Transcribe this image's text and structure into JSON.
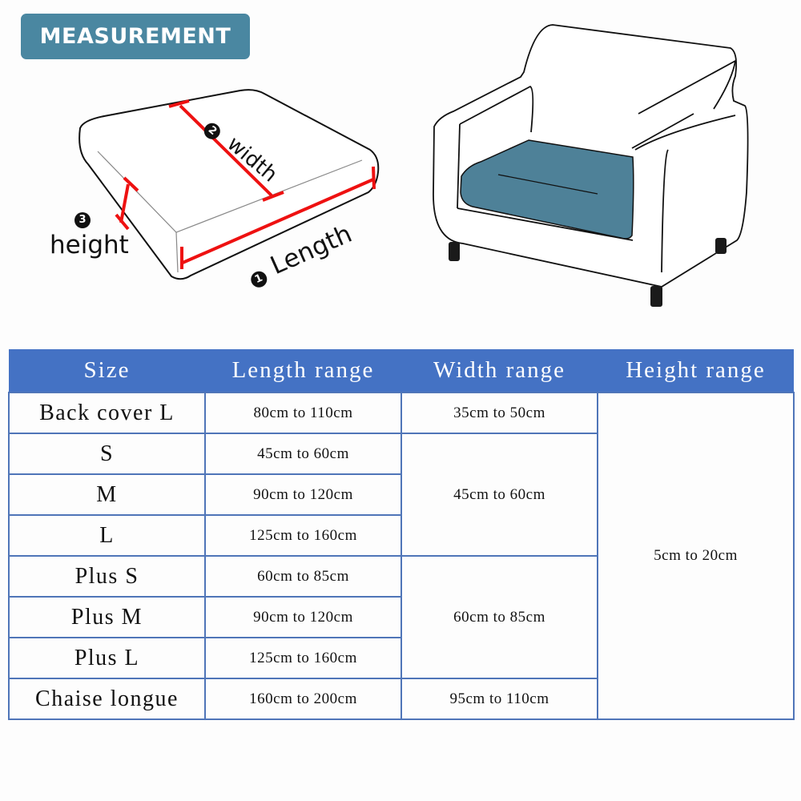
{
  "header": {
    "badge": "MEASUREMENT"
  },
  "colors": {
    "badge": "#4a87a1",
    "seat": "#4e8198",
    "table_header": "#4472c4",
    "table_border": "#4f75b8",
    "measure_line": "#ee1111"
  },
  "diagram": {
    "length": {
      "num": "1",
      "label": "Length"
    },
    "width": {
      "num": "2",
      "label": "width"
    },
    "height": {
      "num": "3",
      "label": "height"
    }
  },
  "table": {
    "headers": [
      "Size",
      "Length range",
      "Width range",
      "Height range"
    ],
    "rows": [
      {
        "size": "Back cover L",
        "length": "80cm to 110cm",
        "width": "35cm to 50cm"
      },
      {
        "size": "S",
        "length": "45cm to 60cm",
        "width": "45cm to 60cm"
      },
      {
        "size": "M",
        "length": "90cm to 120cm"
      },
      {
        "size": "L",
        "length": "125cm to 160cm"
      },
      {
        "size": "Plus S",
        "length": "60cm to 85cm",
        "width": "60cm to 85cm"
      },
      {
        "size": "Plus M",
        "length": "90cm to 120cm"
      },
      {
        "size": "Plus L",
        "length": "125cm to 160cm"
      },
      {
        "size": "Chaise longue",
        "length": "160cm to 200cm",
        "width": "95cm to 110cm"
      }
    ],
    "height_all": "5cm to 20cm"
  }
}
